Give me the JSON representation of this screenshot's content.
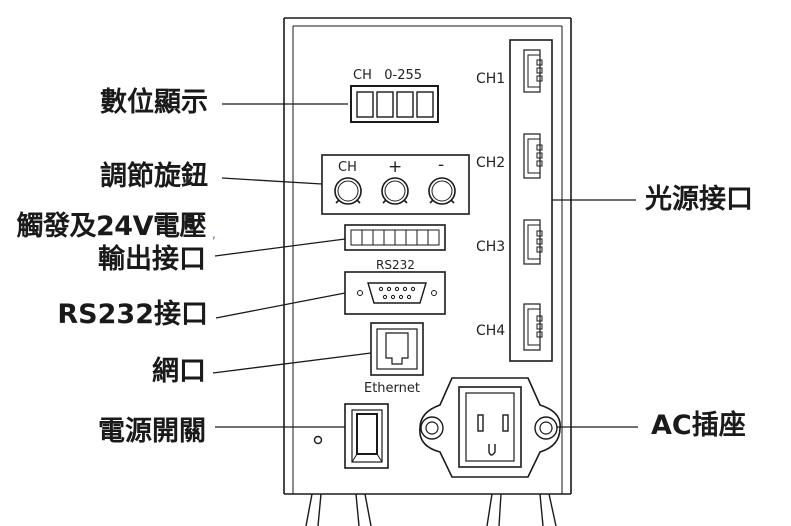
{
  "callouts": {
    "digital_display": "數位顯示",
    "adjust_knobs": "調節旋鈕",
    "trigger_24v_line1": "觸發及24V電壓",
    "trigger_24v_line2": "輸出接口",
    "rs232_port": "RS232接口",
    "network_port": "網口",
    "power_switch": "電源開關",
    "light_source_port": "光源接口",
    "ac_socket": "AC插座"
  },
  "panel_labels": {
    "display_header": "CH   0-255",
    "knob_ch": "CH",
    "knob_plus": "+",
    "knob_minus": "-",
    "rs232": "RS232",
    "ethernet": "Ethernet"
  },
  "channels": [
    "CH1",
    "CH2",
    "CH3",
    "CH4"
  ],
  "colors": {
    "line": "#1a1a1a",
    "background": "#ffffff"
  }
}
